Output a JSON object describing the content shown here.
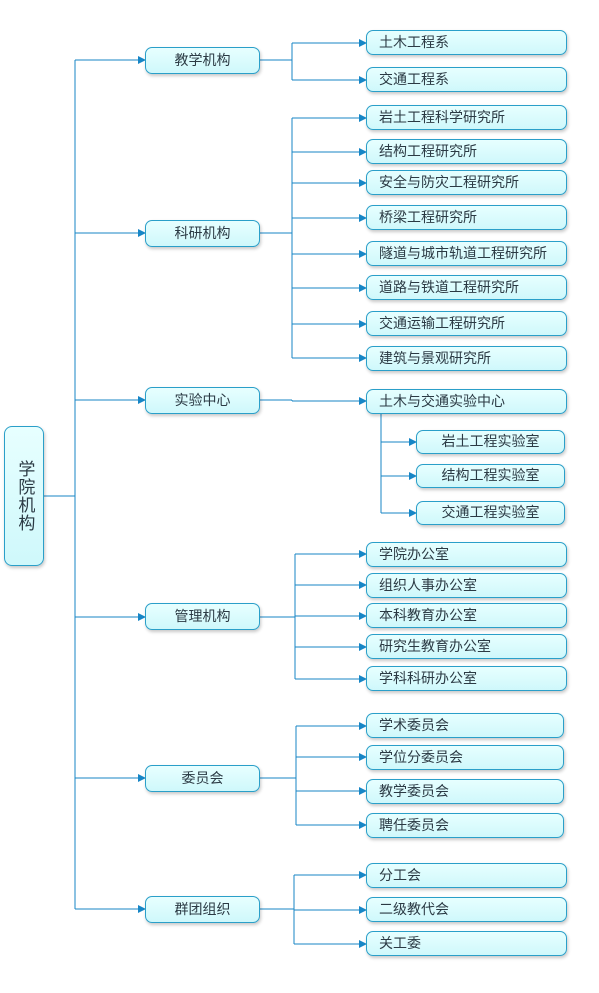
{
  "diagram": {
    "type": "org-tree",
    "line_color": "#1786c6",
    "node_fill_top": "#e7ffff",
    "node_fill_bottom": "#cff8fb",
    "node_border": "#2a9fc9",
    "text_color": "#2b3a44",
    "root": {
      "label": "学院机构"
    },
    "branches": [
      {
        "label": "教学机构",
        "children": [
          {
            "label": "土木工程系"
          },
          {
            "label": "交通工程系"
          }
        ]
      },
      {
        "label": "科研机构",
        "children": [
          {
            "label": "岩土工程科学研究所"
          },
          {
            "label": "结构工程研究所"
          },
          {
            "label": "安全与防灾工程研究所"
          },
          {
            "label": "桥梁工程研究所"
          },
          {
            "label": "隧道与城市轨道工程研究所"
          },
          {
            "label": "道路与铁道工程研究所"
          },
          {
            "label": "交通运输工程研究所"
          },
          {
            "label": "建筑与景观研究所"
          }
        ]
      },
      {
        "label": "实验中心",
        "children": [
          {
            "label": "土木与交通实验中心",
            "children": [
              {
                "label": "岩土工程实验室"
              },
              {
                "label": "结构工程实验室"
              },
              {
                "label": "交通工程实验室"
              }
            ]
          }
        ]
      },
      {
        "label": "管理机构",
        "children": [
          {
            "label": "学院办公室"
          },
          {
            "label": "组织人事办公室"
          },
          {
            "label": "本科教育办公室"
          },
          {
            "label": "研究生教育办公室"
          },
          {
            "label": "学科科研办公室"
          }
        ]
      },
      {
        "label": "委员会",
        "children": [
          {
            "label": "学术委员会"
          },
          {
            "label": "学位分委员会"
          },
          {
            "label": "教学委员会"
          },
          {
            "label": "聘任委员会"
          }
        ]
      },
      {
        "label": "群团组织",
        "children": [
          {
            "label": "分工会"
          },
          {
            "label": "二级教代会"
          },
          {
            "label": "关工委"
          }
        ]
      }
    ]
  }
}
